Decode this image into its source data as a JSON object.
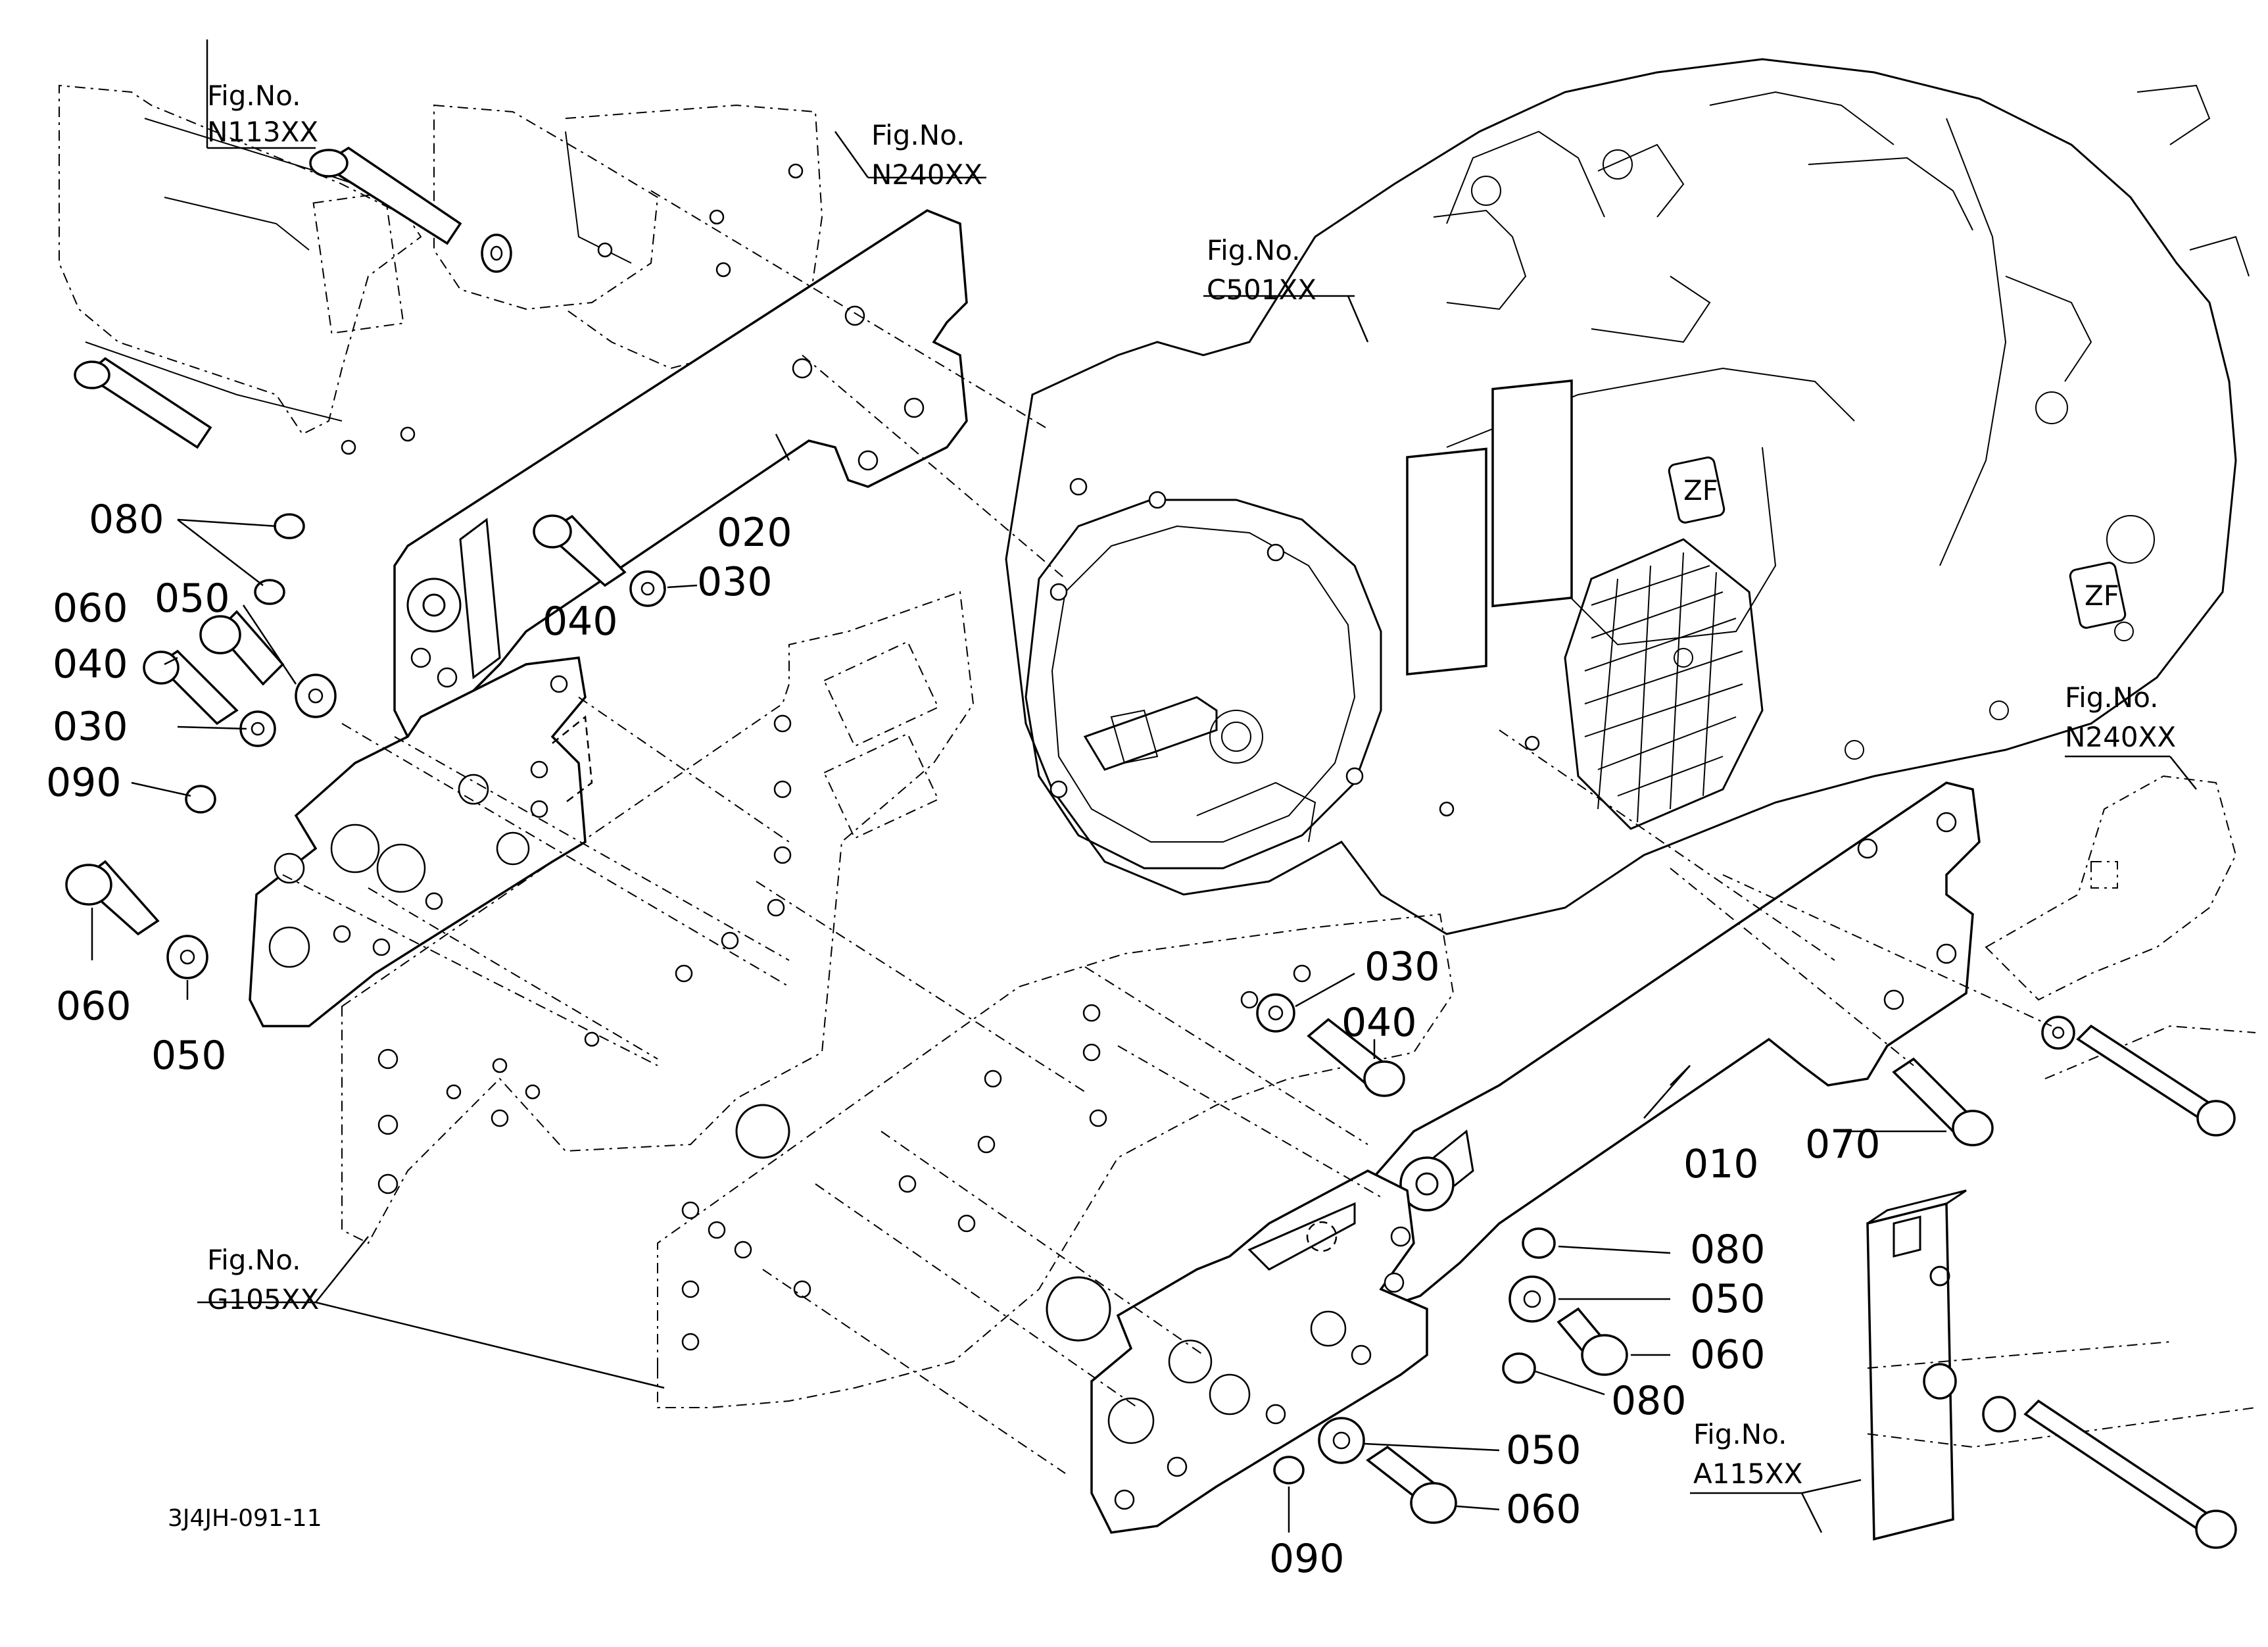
{
  "figure_refs": [
    {
      "line1": "Fig.No.",
      "line2": "N113XX"
    },
    {
      "line1": "Fig.No.",
      "line2": "N240XX"
    },
    {
      "line1": "Fig.No.",
      "line2": "C501XX"
    },
    {
      "line1": "Fig.No.",
      "line2": "N240XX"
    },
    {
      "line1": "Fig.No.",
      "line2": "G105XX"
    },
    {
      "line1": "Fig.No.",
      "line2": "A115XX"
    }
  ],
  "part_labels": {
    "p080_a": "080",
    "p050_a": "050",
    "p060_a": "060",
    "p040_a": "040",
    "p030_a": "030",
    "p090_a": "090",
    "p060_b": "060",
    "p050_b": "050",
    "p040_b": "040",
    "p030_b": "030",
    "p020": "020",
    "p030_c": "030",
    "p040_c": "040",
    "p010": "010",
    "p070": "070",
    "p080_b": "080",
    "p050_c": "050",
    "p060_c": "060",
    "p080_c": "080",
    "p050_d": "050",
    "p060_d": "060",
    "p090_b": "090"
  },
  "doc_code": "3J4JH-091-11",
  "brand_logo": "ZF"
}
